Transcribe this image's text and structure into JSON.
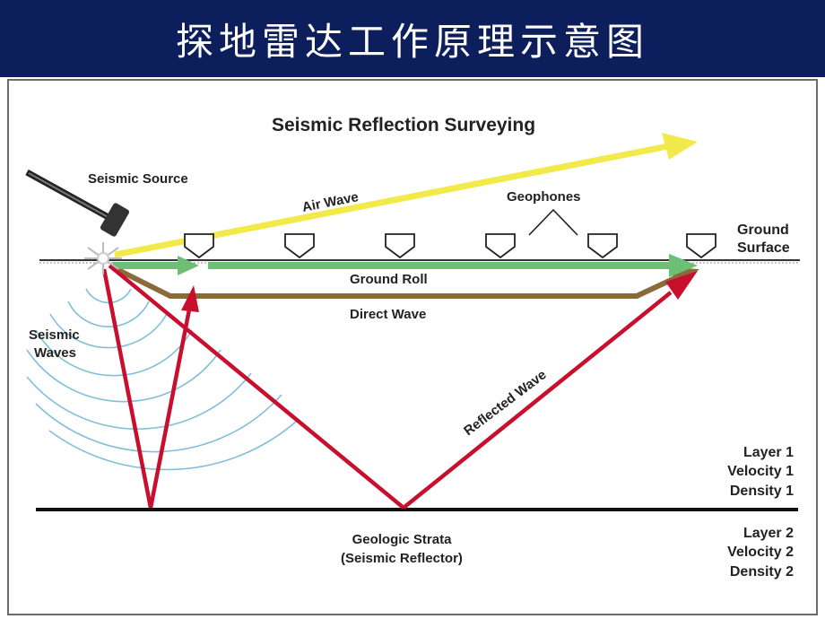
{
  "slide": {
    "title": "探地雷达工作原理示意图"
  },
  "diagram": {
    "heading": "Seismic Reflection Surveying",
    "labels": {
      "seismic_source": "Seismic Source",
      "air_wave": "Air Wave",
      "geophones": "Geophones",
      "ground": "Ground",
      "surface": "Surface",
      "ground_roll": "Ground Roll",
      "direct_wave": "Direct Wave",
      "seismic": "Seismic",
      "waves": "Waves",
      "reflected_wave": "Reflected Wave",
      "geologic_strata": "Geologic Strata",
      "seismic_reflector": "(Seismic Reflector)"
    },
    "layer1": [
      "Layer 1",
      "Velocity 1",
      "Density 1"
    ],
    "layer2": [
      "Layer 2",
      "Velocity 2",
      "Density 2"
    ],
    "colors": {
      "title_bar": "#0c1f5c",
      "air_wave": "#f2ea4a",
      "ground_roll": "#6cbf74",
      "direct_wave": "#8a6a3a",
      "reflected_wave": "#c8102e",
      "seismic_waves": "#7fc0d8"
    }
  }
}
